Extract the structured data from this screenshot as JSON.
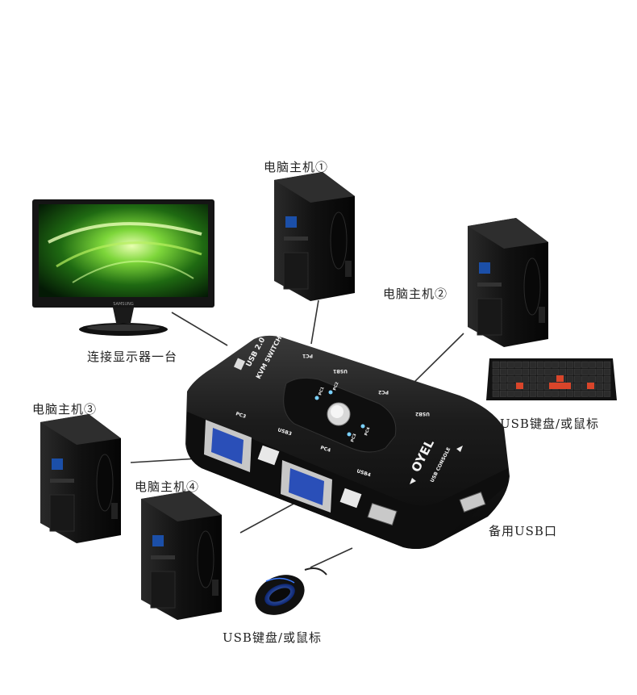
{
  "labels": {
    "monitor": "连接显示器一台",
    "pc1": "电脑主机①",
    "pc2": "电脑主机②",
    "pc3": "电脑主机③",
    "pc4": "电脑主机④",
    "keyboard_right": "USB键盘/或鼠标",
    "backup_usb": "备用USB口",
    "mouse_bottom": "USB键盘/或鼠标"
  },
  "device": {
    "model_line1": "USB 2.0",
    "model_line2": "KVM SWITCH",
    "brand": "OYEL",
    "console": "USB CONSOLE",
    "port_pc1": "PC1",
    "port_usb1": "USB1",
    "port_pc2": "PC2",
    "port_usb2": "USB2",
    "port_pc3": "PC3",
    "port_usb3": "USB3",
    "port_pc4": "PC4",
    "port_usb4": "USB4",
    "led_pc1": "PC1",
    "led_pc2": "PC2",
    "led_pc3": "PC3",
    "led_pc4": "PC4"
  },
  "monitor_brand": "SAMSUNG",
  "colors": {
    "device_body": "#1c1c1c",
    "vga_port": "#2a4fb8",
    "keyboard_keys": "#d9452a",
    "mouse_glow": "#2f6cff",
    "screen_green": "#7dd63a"
  },
  "icons": [
    "monitor-icon",
    "pc-tower-icon",
    "keyboard-icon",
    "mouse-icon",
    "kvm-switch-icon"
  ]
}
